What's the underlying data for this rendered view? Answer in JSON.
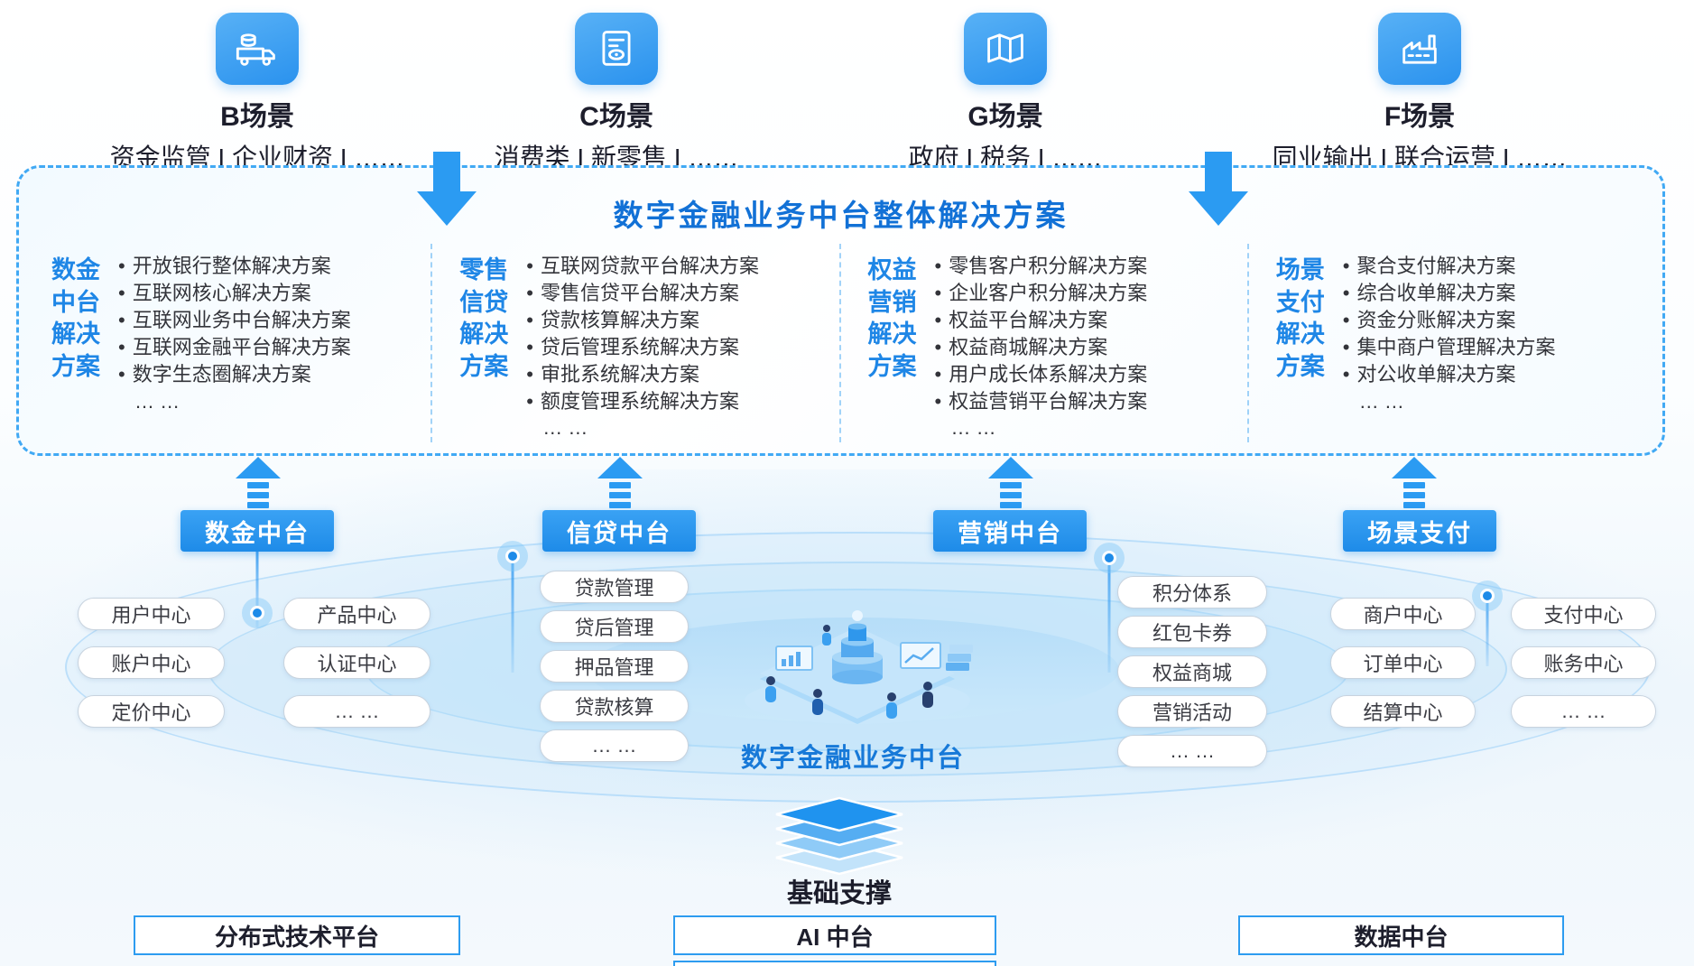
{
  "colors": {
    "primary_blue": "#2B9BF2",
    "deep_blue_title": "#1271D6",
    "label_blue": "#1E86E6",
    "pill_border": "#C8D3DE",
    "dark_text": "#1D1E2C"
  },
  "scenarios": [
    {
      "title": "B场景",
      "subtitle": "资金监管 I 企业财资 I ……",
      "icon": "truck-icon"
    },
    {
      "title": "C场景",
      "subtitle": "消费类 I 新零售 I ……",
      "icon": "receipt-icon"
    },
    {
      "title": "G场景",
      "subtitle": "政府 I 税务 I ……",
      "icon": "map-icon"
    },
    {
      "title": "F场景",
      "subtitle": "同业输出 I 联合运营 I ……",
      "icon": "factory-icon"
    }
  ],
  "solution_box": {
    "title": "数字金融业务中台整体解决方案",
    "columns": [
      {
        "label": "数金中台解决方案",
        "items": [
          "开放银行整体解决方案",
          "互联网核心解决方案",
          "互联网业务中台解决方案",
          "互联网金融平台解决方案",
          "数字生态圈解决方案"
        ],
        "more": "… …"
      },
      {
        "label": "零售信贷解决方案",
        "items": [
          "互联网贷款平台解决方案",
          "零售信贷平台解决方案",
          "贷款核算解决方案",
          "贷后管理系统解决方案",
          "审批系统解决方案",
          "额度管理系统解决方案"
        ],
        "more": "… …"
      },
      {
        "label": "权益营销解决方案",
        "items": [
          "零售客户积分解决方案",
          "企业客户积分解决方案",
          "权益平台解决方案",
          "权益商城解决方案",
          "用户成长体系解决方案",
          "权益营销平台解决方案"
        ],
        "more": "… …"
      },
      {
        "label": "场景支付解决方案",
        "items": [
          "聚合支付解决方案",
          "综合收单解决方案",
          "资金分账解决方案",
          "集中商户管理解决方案",
          "对公收单解决方案"
        ],
        "more": "… …"
      }
    ]
  },
  "mid_platforms": [
    {
      "label": "数金中台"
    },
    {
      "label": "信贷中台"
    },
    {
      "label": "营销中台"
    },
    {
      "label": "场景支付"
    }
  ],
  "pill_groups": {
    "shujin_col1": [
      "用户中心",
      "账户中心",
      "定价中心"
    ],
    "shujin_col2": [
      "产品中心",
      "认证中心",
      "… …"
    ],
    "xindai": [
      "贷款管理",
      "贷后管理",
      "押品管理",
      "贷款核算",
      "… …"
    ],
    "yingxiao": [
      "积分体系",
      "红包卡券",
      "权益商城",
      "营销活动",
      "… …"
    ],
    "changjing_col1": [
      "商户中心",
      "订单中心",
      "结算中心"
    ],
    "changjing_col2": [
      "支付中心",
      "账务中心",
      "… …"
    ]
  },
  "center_platform_label": "数字金融业务中台",
  "foundation": {
    "label": "基础支撑",
    "boxes": [
      "分布式技术平台",
      "AI 中台",
      "数据中台"
    ]
  }
}
